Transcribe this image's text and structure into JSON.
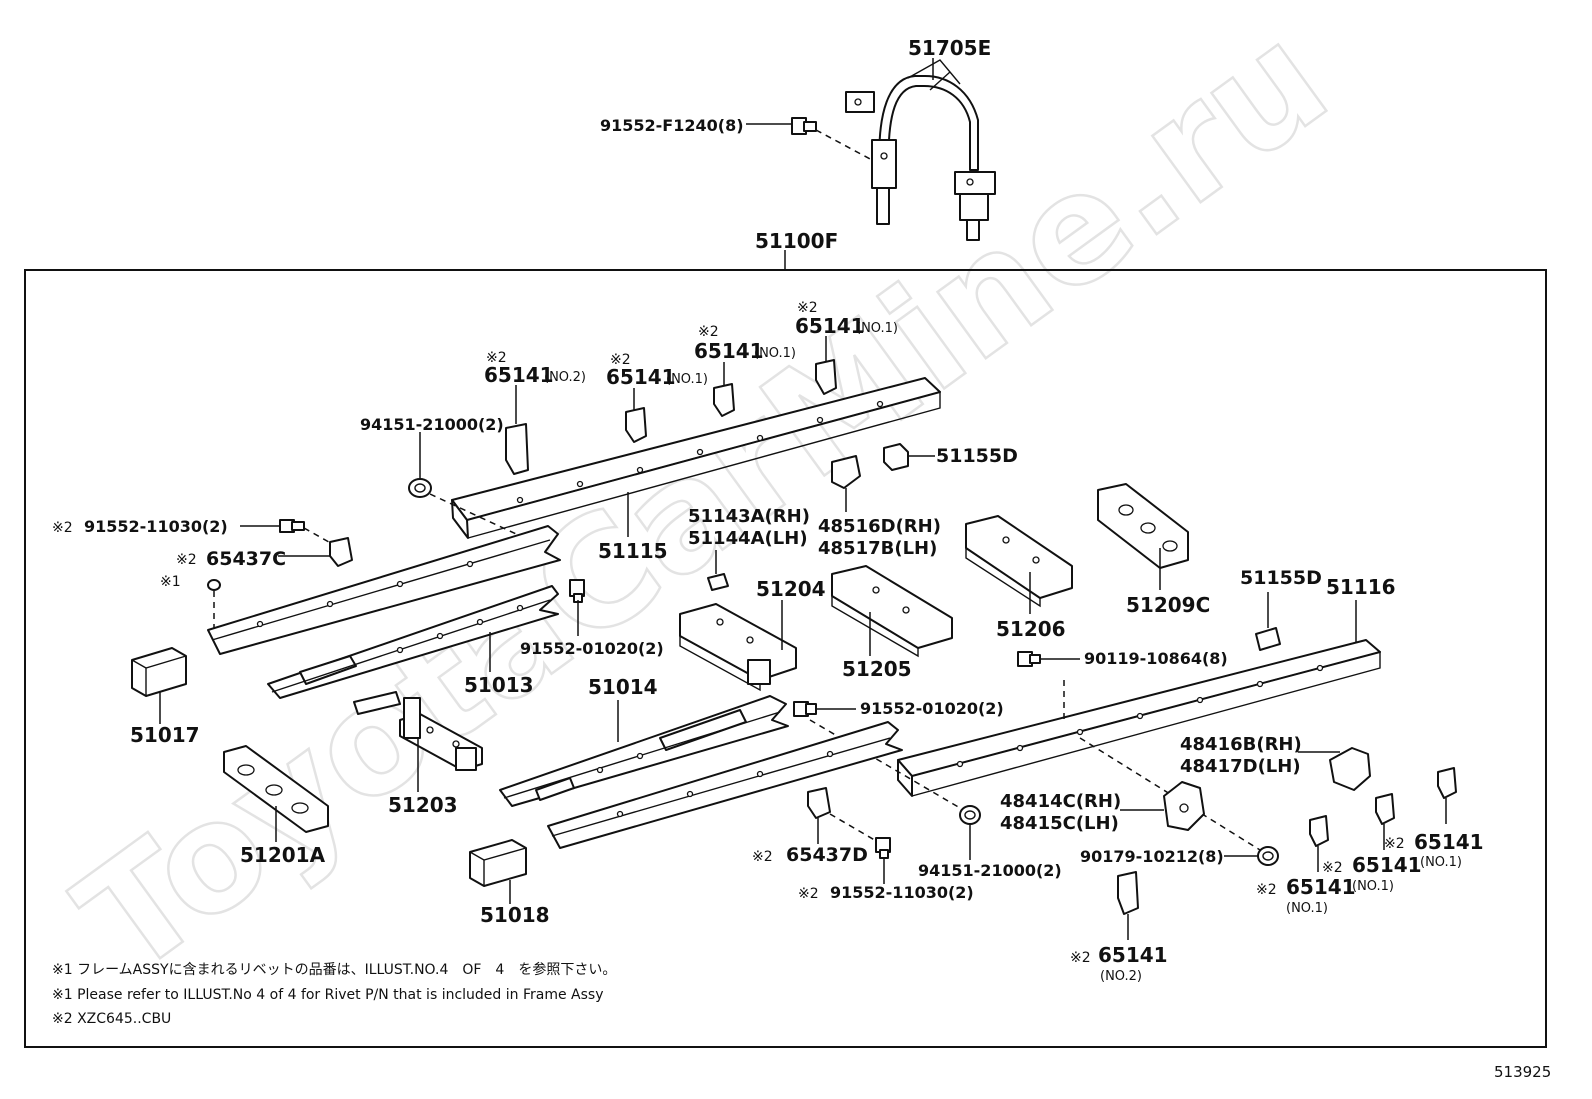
{
  "watermark": "ToyotaCarMine.ru",
  "illustration_number": "513925",
  "labels": {
    "l_51705E": "51705E",
    "l_91552F1240": "91552-F1240(8)",
    "l_51100F": "51100F",
    "l_65141_a": "65141",
    "l_65141_a_sub": "(NO.2)",
    "l_65141_b": "65141",
    "l_65141_b_sub": "(NO.1)",
    "l_65141_c": "65141",
    "l_65141_c_sub": "(NO.1)",
    "l_65141_d": "65141",
    "l_65141_d_sub": "(NO.1)",
    "l_94151_top": "94151-21000(2)",
    "l_51155D_top": "51155D",
    "l_91552_11030_left": "91552-11030(2)",
    "l_65437C": "65437C",
    "l_51115": "51115",
    "l_51143A": "51143A(RH)",
    "l_51144A": "51144A(LH)",
    "l_48516D": "48516D(RH)",
    "l_48517B": "48517B(LH)",
    "l_51204": "51204",
    "l_51206": "51206",
    "l_51209C": "51209C",
    "l_51155D_right": "51155D",
    "l_51116": "51116",
    "l_91552_01020_left": "91552-01020(2)",
    "l_51013": "51013",
    "l_51017": "51017",
    "l_51205": "51205",
    "l_90119": "90119-10864(8)",
    "l_51014": "51014",
    "l_91552_01020_right": "91552-01020(2)",
    "l_51203": "51203",
    "l_48416B": "48416B(RH)",
    "l_48417D": "48417D(LH)",
    "l_48414C": "48414C(RH)",
    "l_48415C": "48415C(LH)",
    "l_51201A": "51201A",
    "l_65437D": "65437D",
    "l_94151_bottom": "94151-21000(2)",
    "l_90179": "90179-10212(8)",
    "l_91552_11030_bottom": "91552-11030(2)",
    "l_51018": "51018",
    "l_65141_e": "65141",
    "l_65141_e_sub": "(NO.1)",
    "l_65141_f": "65141",
    "l_65141_f_sub": "(NO.1)",
    "l_65141_g": "65141",
    "l_65141_g_sub": "(NO.1)",
    "l_65141_h": "65141",
    "l_65141_h_sub": "(NO.2)"
  },
  "marks": {
    "star1": "※1",
    "star2": "※2"
  },
  "notes": [
    "※1 フレームASSYに含まれるリベットの品番は、ILLUST.NO.4　OF　4　を参照下さい。",
    "※1 Please refer to ILLUST.No 4 of 4 for Rivet P/N that is included in Frame Assy",
    "※2 XZC645..CBU"
  ]
}
